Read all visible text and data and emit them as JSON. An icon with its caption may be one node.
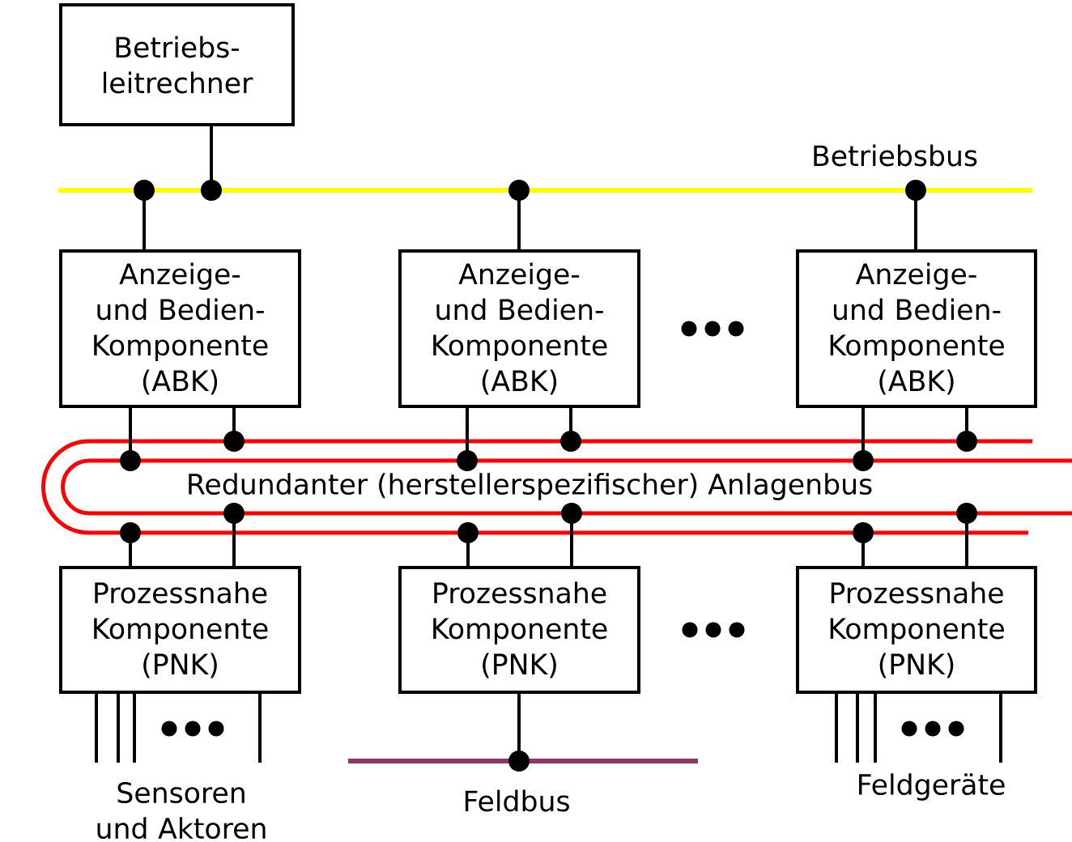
{
  "diagram": {
    "nodes": [
      {
        "text": [
          "Betriebs- leitrechner"
        ]
      },
      {
        "text": [
          "Betriebsbus"
        ]
      },
      {
        "text": [
          "Anzeige- und Bedien- Komponente (ABK)"
        ]
      },
      {
        "text": [
          "Anzeige- und Bedien- Komponente (ABK)"
        ]
      },
      {
        "text": [
          "Anzeige- und Bedien- Komponente (ABK)"
        ]
      },
      {
        "text": [
          "Redundanter (herstellerspezifischer) Anlagenbus"
        ]
      },
      {
        "text": [
          "Prozessnahe Komponente (PNK)"
        ]
      },
      {
        "text": [
          "Prozessnahe Komponente (PNK)"
        ]
      },
      {
        "text": [
          "Prozessnahe Komponente (PNK)"
        ]
      },
      {
        "text": [
          "Feldbus"
        ]
      }
    ],
    "edges": [
      {
        "from": 0,
        "to": 1,
        "arrow": "other"
      },
      {
        "from": 2,
        "to": 1,
        "arrow": "other"
      },
      {
        "from": 3,
        "to": 1,
        "arrow": "other"
      },
      {
        "from": 4,
        "to": 1,
        "arrow": "other"
      },
      {
        "from": 2,
        "to": 5,
        "arrow": "other"
      },
      {
        "from": 2,
        "to": 5,
        "arrow": "other"
      },
      {
        "from": 3,
        "to": 5,
        "arrow": "other"
      },
      {
        "from": 3,
        "to": 5,
        "arrow": "other"
      },
      {
        "from": 4,
        "to": 5,
        "arrow": "other"
      },
      {
        "from": 4,
        "to": 5,
        "arrow": "other"
      },
      {
        "from": 6,
        "to": 5,
        "arrow": "other"
      },
      {
        "from": 6,
        "to": 5,
        "arrow": "other"
      },
      {
        "from": 7,
        "to": 5,
        "arrow": "other"
      },
      {
        "from": 7,
        "to": 5,
        "arrow": "other"
      },
      {
        "from": 8,
        "to": 5,
        "arrow": "other"
      },
      {
        "from": 8,
        "to": 5,
        "arrow": "other"
      },
      {
        "from": 7,
        "to": 9,
        "arrow": "other"
      },
      {
        "from": 6,
        "to": null,
        "arrow": "none"
      },
      {
        "from": 6,
        "to": null,
        "arrow": "none"
      },
      {
        "from": 6,
        "to": null,
        "arrow": "none"
      },
      {
        "from": 6,
        "to": null,
        "arrow": "none"
      },
      {
        "from": 8,
        "to": null,
        "arrow": "none"
      },
      {
        "from": 8,
        "to": null,
        "arrow": "none"
      },
      {
        "from": 8,
        "to": null,
        "arrow": "none"
      },
      {
        "from": 8,
        "to": null,
        "arrow": "none"
      }
    ],
    "labels": [
      "Sensoren und Aktoren",
      "Feldgeräte"
    ]
  }
}
